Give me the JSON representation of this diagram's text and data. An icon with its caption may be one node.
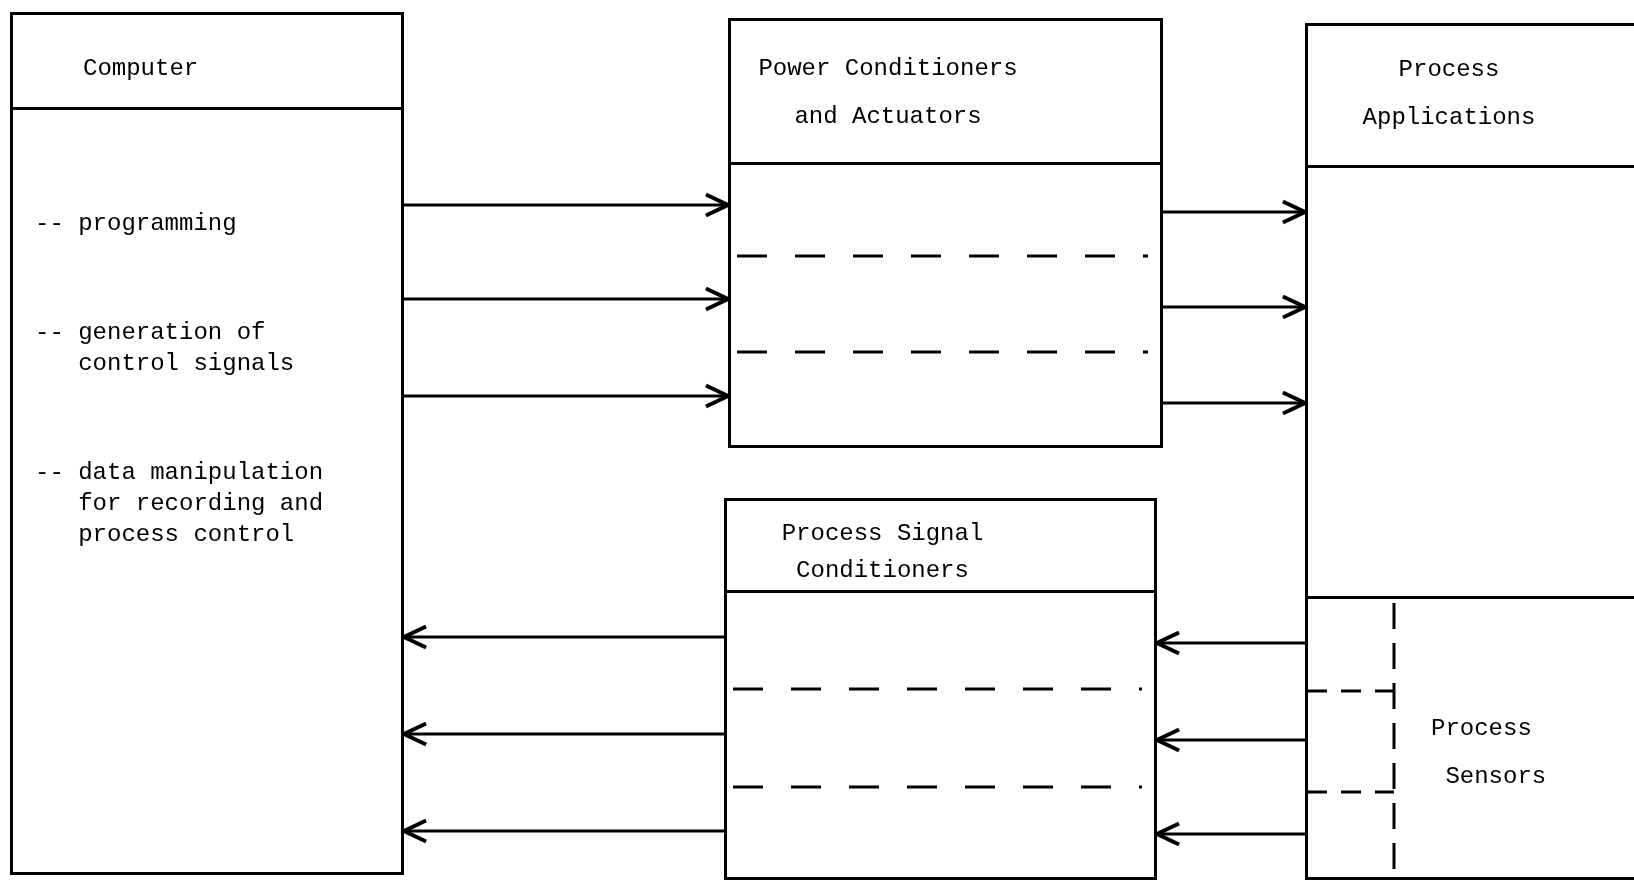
{
  "diagram": {
    "nodes": [
      {
        "text": [
          "Computer",
          "-- programming",
          "-- generation of control signals",
          "-- data manipulation for recording and process control"
        ]
      },
      {
        "text": [
          "Power Conditioners and Actuators"
        ]
      },
      {
        "text": [
          "Process Signal Conditioners"
        ]
      },
      {
        "text": [
          "Process Applications"
        ]
      },
      {
        "text": [
          "Process Sensors"
        ],
        "in": 3
      }
    ],
    "edges": [
      {
        "from": 0,
        "to": 1,
        "arrow": "to"
      },
      {
        "from": 0,
        "to": 1,
        "arrow": "to"
      },
      {
        "from": 0,
        "to": 1,
        "arrow": "to"
      },
      {
        "from": 1,
        "to": 3,
        "arrow": "to"
      },
      {
        "from": 1,
        "to": 3,
        "arrow": "to"
      },
      {
        "from": 1,
        "to": 3,
        "arrow": "to"
      },
      {
        "from": 4,
        "to": 2,
        "arrow": "to"
      },
      {
        "from": 4,
        "to": 2,
        "arrow": "to"
      },
      {
        "from": 4,
        "to": 2,
        "arrow": "to"
      },
      {
        "from": 2,
        "to": 0,
        "arrow": "to"
      },
      {
        "from": 2,
        "to": 0,
        "arrow": "to"
      },
      {
        "from": 2,
        "to": 0,
        "arrow": "to"
      }
    ]
  }
}
